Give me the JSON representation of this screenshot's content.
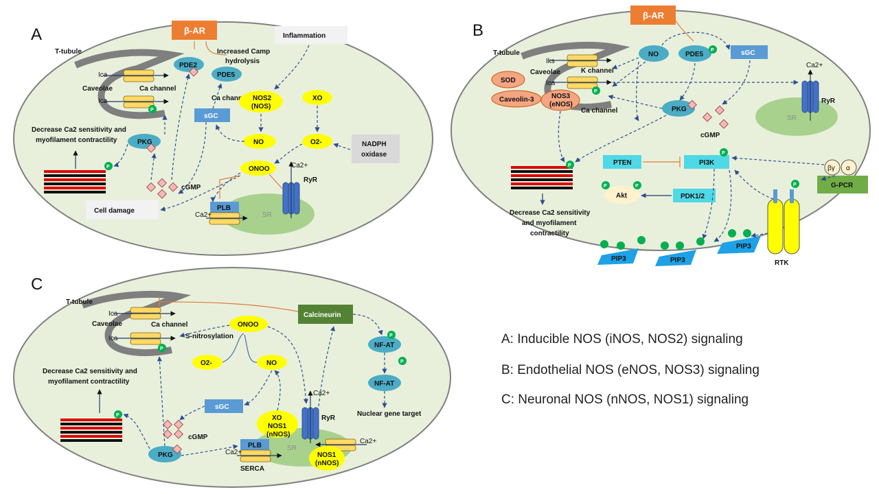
{
  "panels": {
    "a": {
      "letter": "A",
      "t_tubule": "T-tubule",
      "beta_ar": "β-AR",
      "inflammation": "Inflammation",
      "increased_camp_line1": "Increased Camp",
      "increased_camp_line2": "hydrolysis",
      "pde2": "PDE2",
      "pde5": "PDE5",
      "ica_1": "Ica",
      "ica_2": "Ica",
      "caveolae": "Caveolae",
      "ca_channel_1": "Ca channel",
      "ca_channel_2": "Ca channel",
      "nos2_line1": "NOS2",
      "nos2_line2": "(NOS)",
      "xo": "XO",
      "sgc": "sGC",
      "no": "NO",
      "o2": "O2-",
      "onoo": "ONOO",
      "nadph_line1": "NADPH",
      "nadph_line2": "oxidase",
      "decrease_line1": "Decrease Ca2 sensitivity and",
      "decrease_line2": "myofilament contractility",
      "pkg": "PKG",
      "cgmp": "cGMP",
      "cell_damage": "Cell damage",
      "plb": "PLB",
      "ca2_plb": "Ca2+",
      "ryr": "RyR",
      "ryr_ca": "Ca2+",
      "sr": "SR",
      "p": "P"
    },
    "b": {
      "letter": "B",
      "t_tubule": "T-tubule",
      "beta_ar": "β-AR",
      "iks": "Iks",
      "ica": "Ica",
      "caveolae": "Caveolae",
      "k_channel": "K channel",
      "ca_channel": "Ca channel",
      "no": "NO",
      "pde5": "PDE5",
      "sgc": "sGC",
      "sod": "SOD",
      "caveolin": "Caveolin-3",
      "nos3_line1": "NOS3",
      "nos3_line2": "(eNOS)",
      "pkg": "PKG",
      "cgmp": "cGMP",
      "sr": "SR",
      "ryr": "RyR",
      "ryr_ca": "Ca2+",
      "pten": "PTEN",
      "pi3k": "PI3K",
      "akt": "Akt",
      "pdk": "PDK1/2",
      "beta_gamma": "βγ",
      "alpha": "α",
      "gpcr": "G-PCR",
      "rtk": "RTK",
      "pip3": "PIP3",
      "decrease_line1": "Decrease Ca2 sensitivity",
      "decrease_line2": "and myofilament",
      "decrease_line3": "contractility",
      "p": "P"
    },
    "c": {
      "letter": "C",
      "t_tubule": "T-tubule",
      "ica_1": "Ica",
      "ica_2": "Ica",
      "caveolae": "Caveolae",
      "ca_channel": "Ca channel",
      "onoo": "ONOO",
      "s_nitrosylation": "S-nitrosylation",
      "calcineurin": "Calcineurin",
      "nfat_1": "NF-AT",
      "nfat_2": "NF-AT",
      "nuclear": "Nuclear gene target",
      "o2": "O2-",
      "no": "NO",
      "decrease_line1": "Decrease Ca2 sensitivity and",
      "decrease_line2": "myofilament contractility",
      "sgc": "sGC",
      "xo": "XO",
      "nos1_a_line1": "NOS1",
      "nos1_a_line2": "(nNOS)",
      "nos1_b_line1": "NOS1",
      "nos1_b_line2": "(nNOS)",
      "ryr": "RyR",
      "ryr_ca": "Ca2+",
      "ca2_right": "Ca2+",
      "ca2_plb": "Ca2+",
      "cgmp": "cGMP",
      "pkg": "PKG",
      "plb": "PLB",
      "serca": "SERCA",
      "sr": "SR",
      "p": "P"
    }
  },
  "legend": {
    "a": "A: Inducible NOS (iNOS, NOS2) signaling",
    "b": "B: Endothelial NOS (eNOS, NOS3) signaling",
    "c": "C: Neuronal NOS (nNOS, NOS1) signaling"
  },
  "colors": {
    "cell_fill": "#e8f0dc",
    "sr_fill": "#a9d18e",
    "beta_ar": "#ed7d31",
    "teal": "#4bacc6",
    "sgc_blue": "#5b9bd5",
    "yellow": "#ffff00",
    "channel": "#ffd966",
    "ryr": "#4472c4",
    "p_green": "#00b050",
    "cyan": "#4fd9e6",
    "calcineurin": "#548235",
    "pink": "#f4b8b8",
    "salmon": "#f4a582"
  }
}
